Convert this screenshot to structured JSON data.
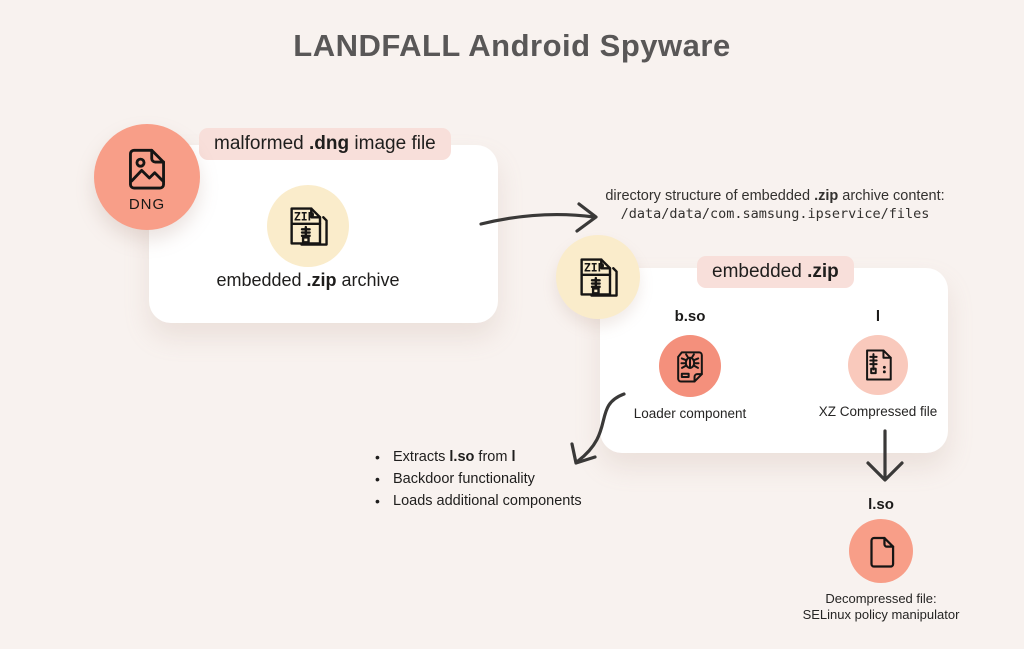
{
  "title": "LANDFALL Android Spyware",
  "colors": {
    "background": "#F8F2EF",
    "card": "#FFFFFF",
    "pill": "#F8DFDA",
    "salmon": "#F89E88",
    "salmon_deep": "#F4907C",
    "light_pink": "#F9C9BC",
    "cream": "#FAECCB",
    "title_text": "#595757",
    "body_text": "#2E2D2C",
    "arrow": "#3A3938"
  },
  "dng_node": {
    "icon": "dng-image-file-icon",
    "label": "DNG"
  },
  "dng_card": {
    "pill": {
      "pre": "malformed ",
      "bold": ".dng",
      "post": " image file"
    },
    "zip_icon": "zip-archive-icon",
    "caption": {
      "pre": "embedded ",
      "bold": ".zip",
      "post": " archive"
    }
  },
  "directory_note": {
    "line1": {
      "pre": "directory structure of embedded ",
      "bold": ".zip",
      "post": " archive content:"
    },
    "path": "/data/data/com.samsung.ipservice/files"
  },
  "zip_card": {
    "pill": {
      "pre": "embedded ",
      "bold": ".zip"
    },
    "loader": {
      "name": "b.so",
      "icon": "bug-file-icon",
      "caption": "Loader component"
    },
    "xz": {
      "name": "l",
      "icon": "xz-compressed-file-icon",
      "caption": "XZ Compressed file"
    }
  },
  "loader_bullets": {
    "item1": {
      "pre": "Extracts ",
      "bold1": "l.so",
      "mid": " from ",
      "bold2": "l"
    },
    "item2": "Backdoor functionality",
    "item3": "Loads additional components"
  },
  "decompressed_node": {
    "name": "l.so",
    "icon": "document-icon",
    "caption_line1": "Decompressed file:",
    "caption_line2": "SELinux policy manipulator"
  }
}
